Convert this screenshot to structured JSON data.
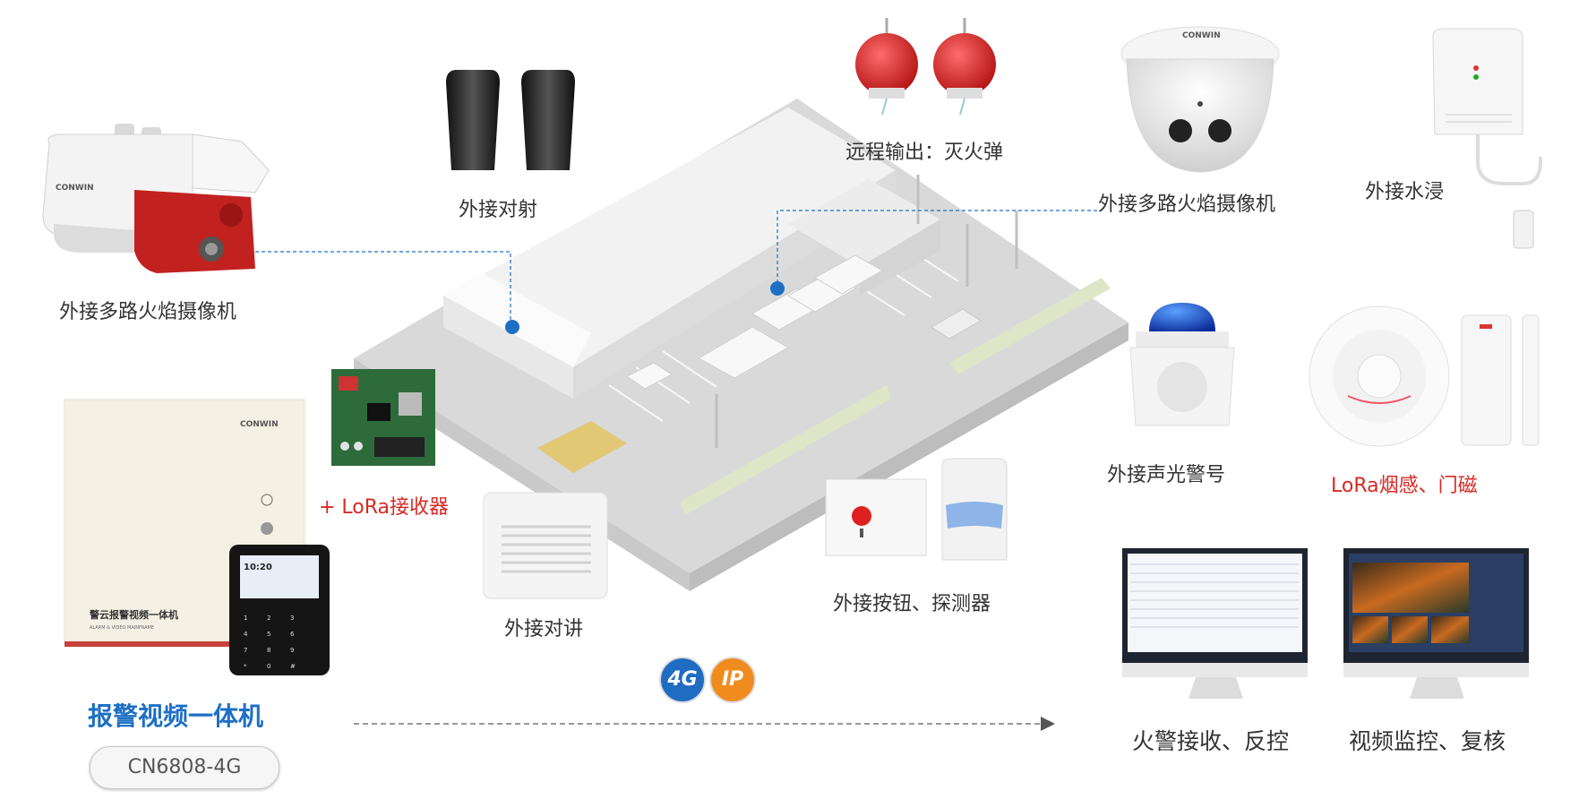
{
  "product": {
    "title": "报警视频一体机",
    "model": "CN6808-4G"
  },
  "labels": {
    "bullet_camera": "外接多路火焰摄像机",
    "beam_detector": "外接对射",
    "fire_extinguisher": "远程输出：灭火弹",
    "dome_camera": "外接多路火焰摄像机",
    "water_sensor": "外接水浸",
    "lora_receiver": "+ LoRa接收器",
    "siren": "外接声光警号",
    "lora_sensors": "LoRa烟感、门磁",
    "intercom": "外接对讲",
    "button_detector": "外接按钮、探测器",
    "fire_receive": "火警接收、反控",
    "video_monitor": "视频监控、复核"
  },
  "network": {
    "badge_4g": "4G",
    "badge_ip": "IP"
  },
  "brand": {
    "logo": "CONWIN",
    "panel_title": "警云报警视频一体机",
    "panel_subtitle": "ALARM & VIDEO MAINFRAME"
  },
  "keypad": {
    "time": "10:20",
    "keys": [
      "1",
      "2",
      "3",
      "4",
      "5",
      "6",
      "7",
      "8",
      "9",
      "*",
      "0",
      "#"
    ]
  },
  "colors": {
    "accent_blue": "#1d6fc4",
    "accent_red": "#d62a24",
    "badge_4g": "#1f6cc3",
    "badge_ip": "#f08c1e"
  }
}
